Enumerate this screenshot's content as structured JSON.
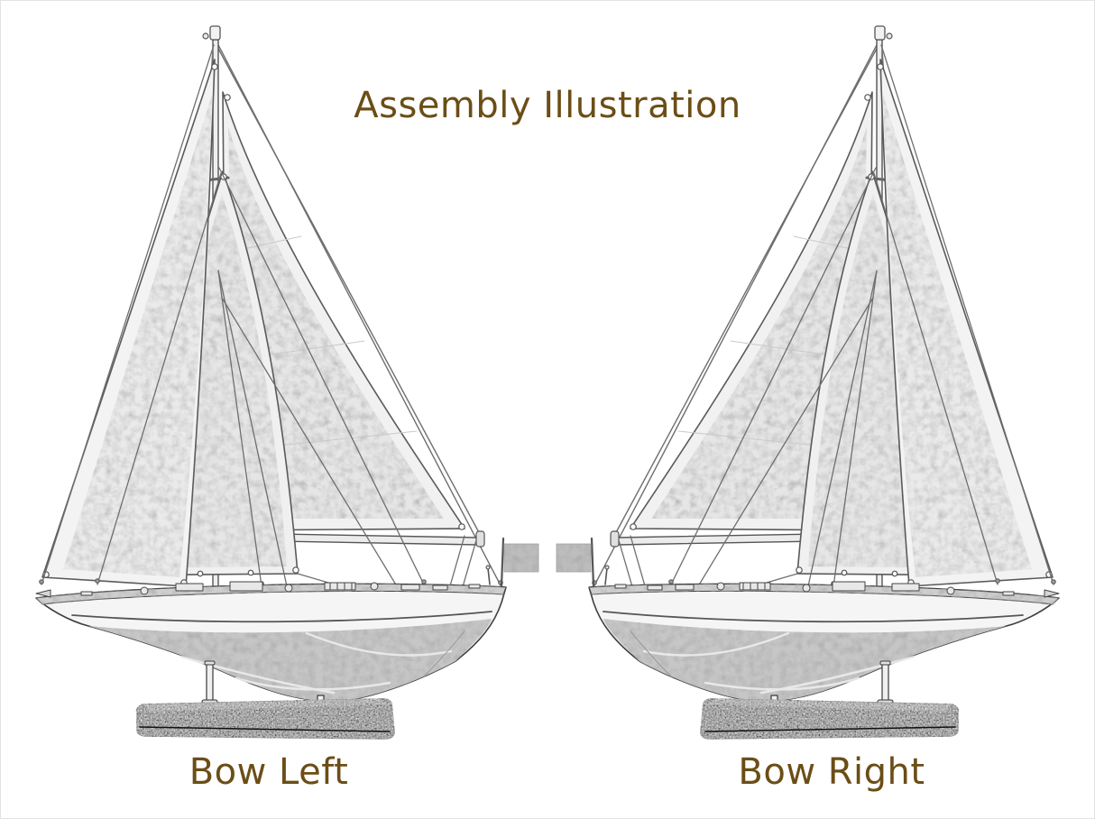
{
  "page": {
    "background_color": "#ffffff",
    "text_color": "#6b4e16"
  },
  "title": {
    "text": "Assembly Illustration"
  },
  "figures": [
    {
      "label": "Bow Left",
      "orientation": "bow pointing left"
    },
    {
      "label": "Bow Right",
      "orientation": "bow pointing right"
    }
  ],
  "artwork": {
    "subject": "model sailboat on stand, pencil-sketch line art",
    "elements": [
      "mainsail",
      "two jibs",
      "mast",
      "boom",
      "rigging",
      "hull",
      "stern-flag",
      "two chrome posts",
      "dark speckled base"
    ]
  }
}
